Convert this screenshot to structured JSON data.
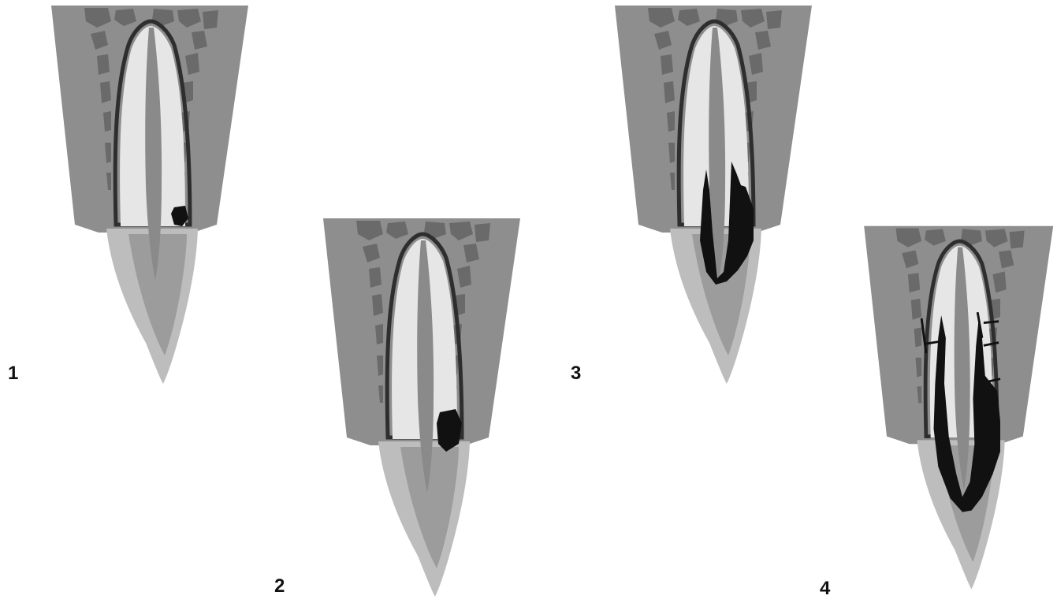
{
  "figure": {
    "panels": [
      {
        "label": "1",
        "lesion_stage": 1
      },
      {
        "label": "2",
        "lesion_stage": 2
      },
      {
        "label": "3",
        "lesion_stage": 3
      },
      {
        "label": "4",
        "lesion_stage": 4
      }
    ]
  },
  "colors": {
    "bone": "#8e8e8e",
    "trabecular": "#6a6a6a",
    "crown_outer": "#bdbdbd",
    "crown_inner": "#9c9c9c",
    "root_body": "#e6e6e6",
    "canal": "#8a8a8a",
    "outline": "#2e2e2e",
    "lesion": "#111111"
  }
}
